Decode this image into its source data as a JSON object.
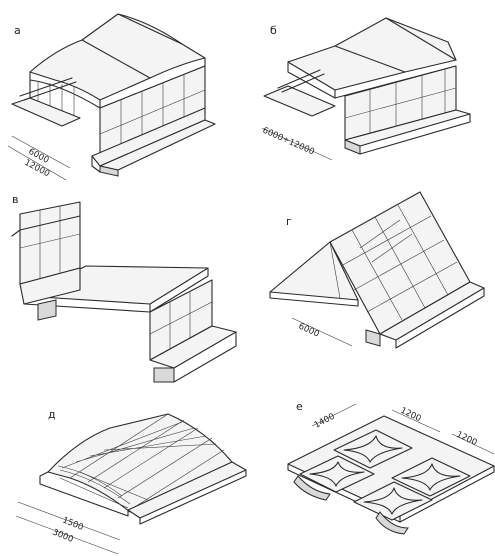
{
  "panels": [
    {
      "id": "a",
      "letter": "а",
      "dims": [
        "6000",
        "12000"
      ]
    },
    {
      "id": "b",
      "letter": "б",
      "dims": [
        "6000÷12000"
      ]
    },
    {
      "id": "v",
      "letter": "в",
      "dims": []
    },
    {
      "id": "g",
      "letter": "г",
      "dims": [
        "6000"
      ]
    },
    {
      "id": "d",
      "letter": "д",
      "dims": [
        "1500",
        "3000"
      ]
    },
    {
      "id": "e",
      "letter": "е",
      "dims": [
        "1400",
        "1200",
        "1200"
      ]
    }
  ]
}
